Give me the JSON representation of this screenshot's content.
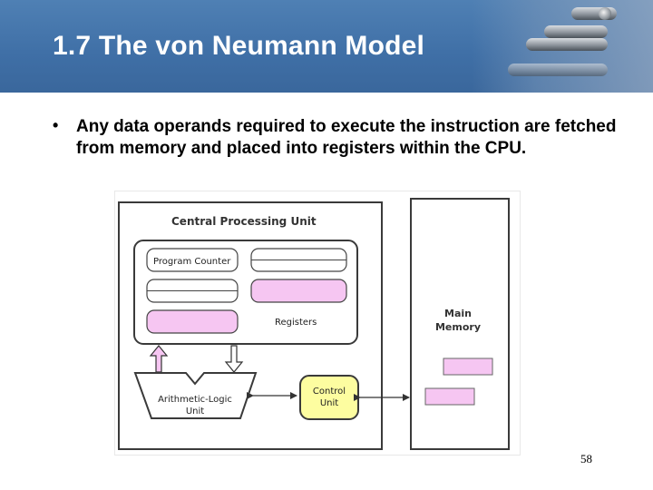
{
  "slide": {
    "title": "1.7 The von Neumann Model",
    "bullet": "Any data operands required to execute the instruction are fetched from memory and placed into registers within the CPU.",
    "page_number": "58"
  },
  "diagram": {
    "cpu_label": "Central Processing Unit",
    "program_counter": "Program Counter",
    "registers": "Registers",
    "alu_line1": "Arithmetic-Logic",
    "alu_line2": "Unit",
    "control_line1": "Control",
    "control_line2": "Unit",
    "memory_line1": "Main",
    "memory_line2": "Memory",
    "colors": {
      "header_blue": "#4a79ae",
      "register_pink": "#f6c6f2",
      "control_yellow": "#fdfda0",
      "outline": "#3a3a3a"
    }
  }
}
